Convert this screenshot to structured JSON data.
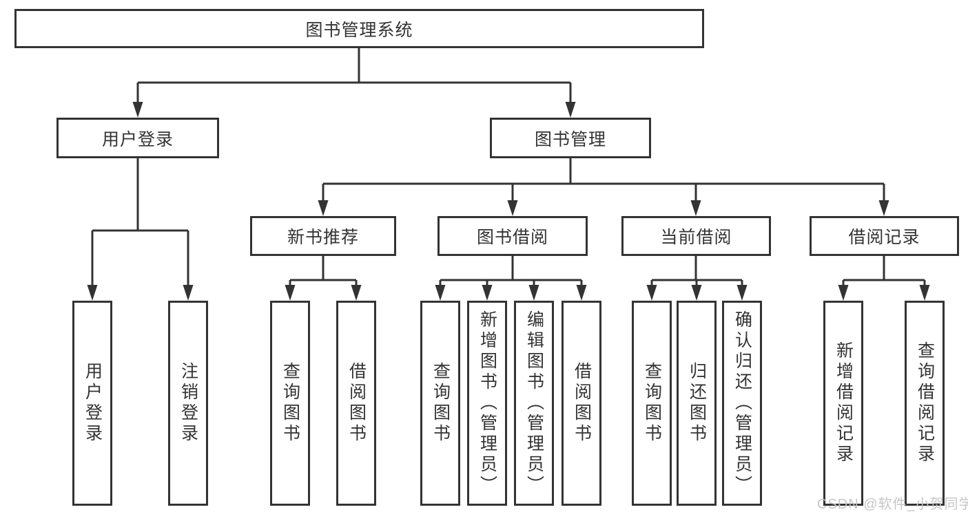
{
  "diagram": {
    "kind": "hierarchy-tree",
    "title": "图书管理系统"
  },
  "tree": {
    "label": "图书管理系统",
    "children": [
      {
        "label": "用户登录",
        "children": [
          {
            "label": "用户登录"
          },
          {
            "label": "注销登录"
          }
        ]
      },
      {
        "label": "图书管理",
        "children": [
          {
            "label": "新书推荐",
            "children": [
              {
                "label": "查询图书"
              },
              {
                "label": "借阅图书"
              }
            ]
          },
          {
            "label": "图书借阅",
            "children": [
              {
                "label": "查询图书"
              },
              {
                "label": "新增图书（管理员）"
              },
              {
                "label": "编辑图书（管理员）"
              },
              {
                "label": "借阅图书"
              }
            ]
          },
          {
            "label": "当前借阅",
            "children": [
              {
                "label": "查询图书"
              },
              {
                "label": "归还图书"
              },
              {
                "label": "确认归还（管理员）"
              }
            ]
          },
          {
            "label": "借阅记录",
            "children": [
              {
                "label": "新增借阅记录"
              },
              {
                "label": "查询借阅记录"
              }
            ]
          }
        ]
      }
    ]
  },
  "watermark": {
    "text": "CSDN @软件_小贺同学"
  },
  "colors": {
    "line": "#333333",
    "box_border": "#333333",
    "text": "#333333",
    "background": "#ffffff",
    "watermark": "#c3c3c3"
  }
}
